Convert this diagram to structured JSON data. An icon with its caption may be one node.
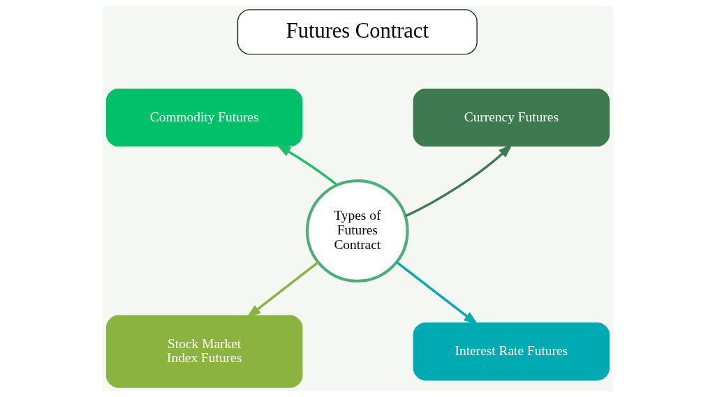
{
  "diagram": {
    "nodes": [
      {
        "text": [
          "Futures Contract"
        ]
      },
      {
        "text": [
          "Commodity Futures"
        ]
      },
      {
        "text": [
          "Currency Futures"
        ]
      },
      {
        "text": [
          "Types of Futures Contract"
        ]
      },
      {
        "text": [
          "Stock Market Index Futures"
        ]
      },
      {
        "text": [
          "Interest Rate Futures"
        ]
      }
    ],
    "edges": [
      {
        "from": 3,
        "to": 1,
        "arrow": "to",
        "color": "#1fbf6a"
      },
      {
        "from": 3,
        "to": 2,
        "arrow": "to",
        "color": "#3d7a4f"
      },
      {
        "from": 3,
        "to": 5,
        "arrow": "to",
        "color": "#00aab3"
      },
      {
        "from": 3,
        "to": 4,
        "arrow": "to",
        "color": "#8ab340"
      }
    ]
  }
}
